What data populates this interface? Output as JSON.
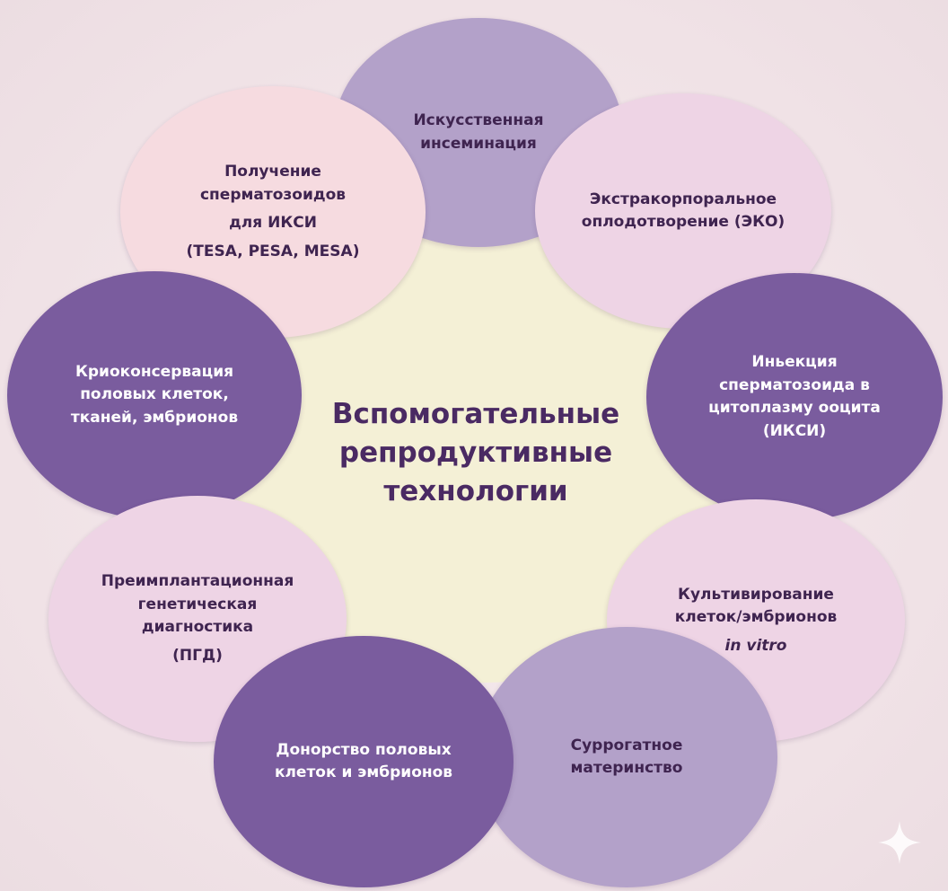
{
  "title": [
    "Вспомогательные",
    "репродуктивные",
    "технологии"
  ],
  "colors": {
    "center": "#f4f0d6",
    "dark_purple": "#7a5c9e",
    "mid_purple": "#b3a1c9",
    "light_pink": "#f6dbe0",
    "light_lilac": "#eed4e5"
  },
  "petals": [
    {
      "id": "insemination",
      "lines": [
        "Искусственная",
        "инсеминация"
      ]
    },
    {
      "id": "eco",
      "lines": [
        "Экстракорпоральное",
        "оплодотворение (ЭКО)"
      ]
    },
    {
      "id": "icsi",
      "lines": [
        "Иньекция",
        "сперматозоида в",
        "цитоплазму ооцита",
        "(ИКСИ)"
      ]
    },
    {
      "id": "culture",
      "lines": [
        "Культивирование",
        "клеток/эмбрионов",
        "in vitro"
      ]
    },
    {
      "id": "surrogacy",
      "lines": [
        "Суррогатное",
        "материнство"
      ]
    },
    {
      "id": "donation",
      "lines": [
        "Донорство половых",
        "клеток и эмбрионов"
      ]
    },
    {
      "id": "pgd",
      "lines": [
        "Преимплантационная",
        "генетическая",
        "диагностика",
        "(ПГД)"
      ]
    },
    {
      "id": "cryo",
      "lines": [
        "Криоконсервация",
        "половых клеток,",
        "тканей, эмбрионов"
      ]
    },
    {
      "id": "sperm",
      "lines": [
        "Получение",
        "сперматозоидов",
        "для ИКСИ",
        "(TESA, PESA, MESA)"
      ]
    }
  ],
  "icons": {
    "sparkle": "sparkle-icon"
  }
}
